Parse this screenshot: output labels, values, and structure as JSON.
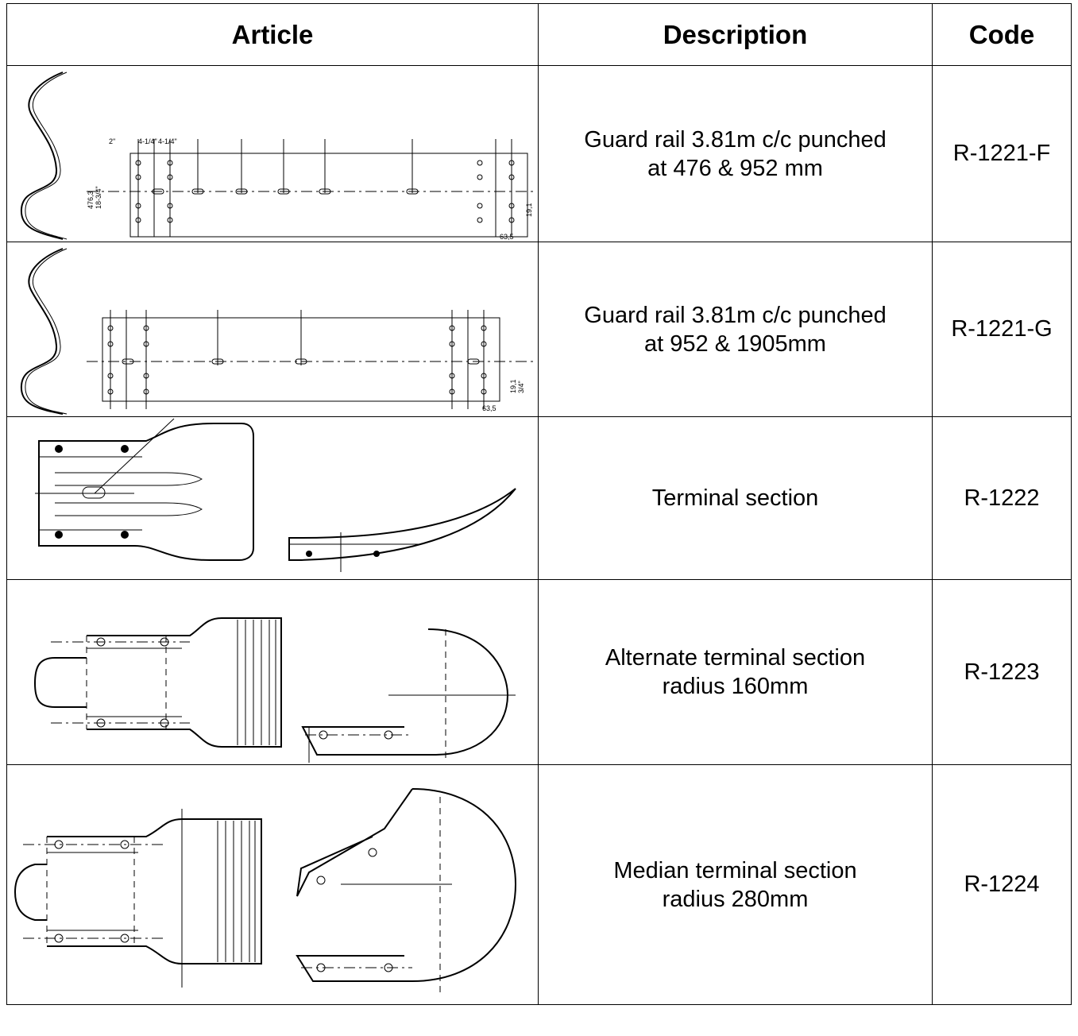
{
  "table": {
    "headers": {
      "article": "Article",
      "description": "Description",
      "code": "Code"
    },
    "rows": [
      {
        "description_lines": [
          "Guard rail 3.81m c/c punched",
          "at 476 & 952 mm"
        ],
        "code": "R-1221-F",
        "drawing_labels": [
          "2\"",
          "4-1/4\"",
          "4-1/4\"",
          "476,3",
          "18-3/4\"",
          "19,1",
          "63,5"
        ]
      },
      {
        "description_lines": [
          "Guard rail 3.81m c/c punched",
          "at 952 & 1905mm"
        ],
        "code": "R-1221-G",
        "drawing_labels": [
          "19,1",
          "3/4\"",
          "63,5"
        ]
      },
      {
        "description_lines": [
          "Terminal section"
        ],
        "code": "R-1222"
      },
      {
        "description_lines": [
          "Alternate terminal section",
          "radius 160mm"
        ],
        "code": "R-1223"
      },
      {
        "description_lines": [
          "Median terminal section",
          "radius 280mm"
        ],
        "code": "R-1224"
      }
    ]
  }
}
